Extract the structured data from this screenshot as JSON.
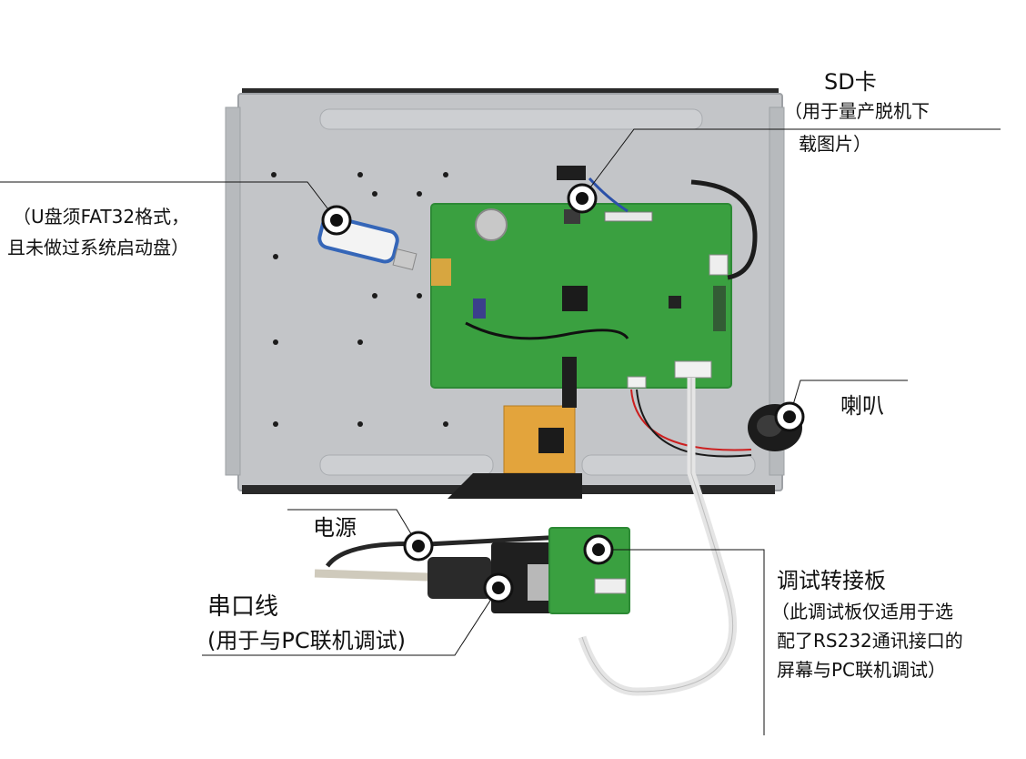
{
  "labels": {
    "sd_card": {
      "title": "SD卡",
      "desc_line1": "（用于量产脱机下",
      "desc_line2": "载图片）"
    },
    "usb_disk": {
      "line1": "（U盘须FAT32格式，",
      "line2": "且未做过系统启动盘）"
    },
    "speaker": {
      "title": "喇叭"
    },
    "power": {
      "title": "电源"
    },
    "serial_cable": {
      "title": "串口线",
      "desc": "(用于与PC联机调试)"
    },
    "debug_board": {
      "title": "调试转接板",
      "desc_line1": "（此调试板仅适用于选",
      "desc_line2": "配了RS232通讯接口的",
      "desc_line3": "屏幕与PC联机调试）"
    }
  },
  "colors": {
    "panel": "#c3c5c8",
    "panel_dark": "#2a2a2a",
    "pcb": "#3aa040",
    "pcb_dark": "#2d8a35",
    "fpc": "#e3a43c",
    "marker": "#111111"
  }
}
